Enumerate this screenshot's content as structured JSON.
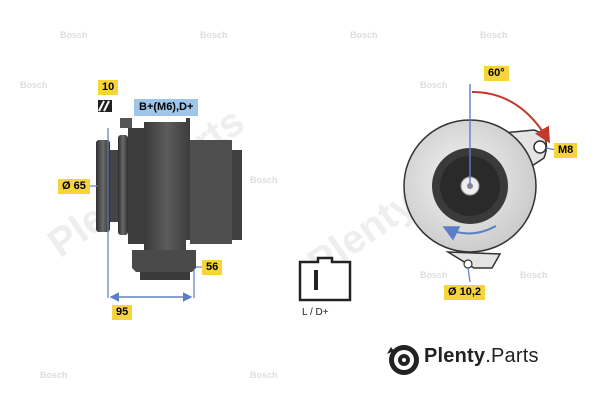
{
  "labels": {
    "code_10": "10",
    "terminal": "B+(M6),D+",
    "diameter_pulley": "Ø 65",
    "dim_56": "56",
    "dim_95": "95",
    "angle": "60°",
    "mount": "M8",
    "diameter_hole": "Ø 10,2",
    "connector": "L / D+"
  },
  "logo": {
    "word": "Plenty",
    "suffix": ".Parts",
    "icon": "gear-brake-disc-icon"
  },
  "watermark": {
    "text": "Bosch",
    "site": "Plenty.Parts"
  },
  "colors": {
    "yellow_label": "#f6d43c",
    "blue_label": "#9ec6ea",
    "body_dark": "#4a4a4a",
    "arrow_blue": "#5b7fc4",
    "arrow_red": "#c0392b"
  }
}
